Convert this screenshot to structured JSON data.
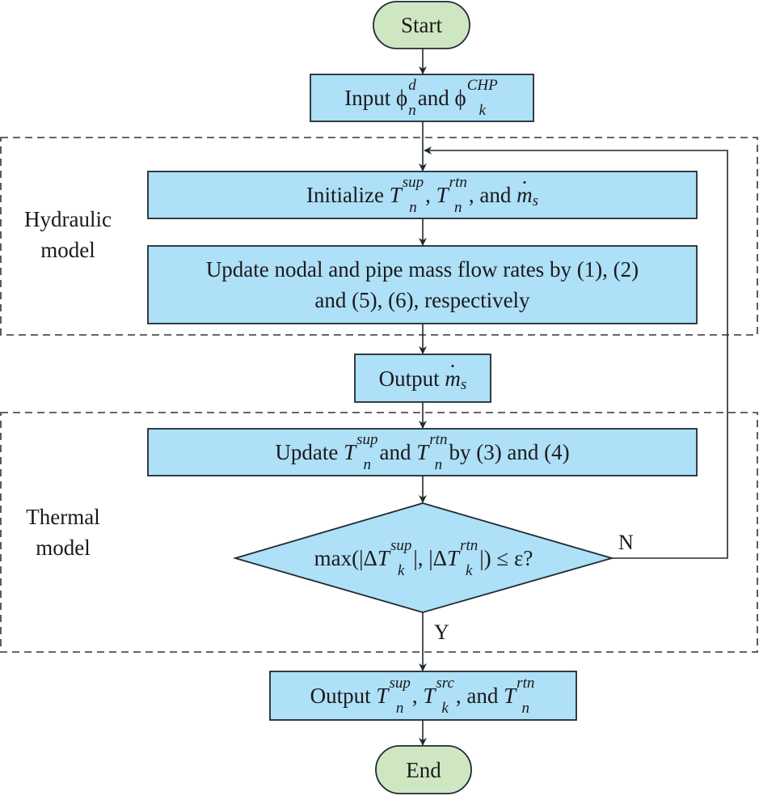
{
  "diagram": {
    "title": "Hydraulic-thermal iterative flowchart",
    "colors": {
      "terminal_fill": "#cfe6c3",
      "process_fill": "#aee0f8",
      "stroke": "#1f2a30",
      "dashed_region": "#333333"
    },
    "nodes": {
      "start": {
        "label": "Start"
      },
      "input": {
        "prefix": "Input ",
        "phi": "ϕ",
        "sym1_sup": "d",
        "sym1_sub": "n",
        "mid": "and ",
        "sym2_sup": "CHP",
        "sym2_sub": "k"
      },
      "initialize": {
        "prefix": "Initialize ",
        "T": "T",
        "sup1": "sup",
        "sub1": "n",
        "sep1": ", ",
        "sup2": "rtn",
        "sub2": "n",
        "sep2": ", and ",
        "m": "m",
        "m_sub": "s"
      },
      "update_mass": {
        "line1": "Update nodal and pipe mass flow rates by (1), (2)",
        "line2": "and (5), (6), respectively"
      },
      "output_mass": {
        "prefix": "Output ",
        "m": "m",
        "m_sub": "s"
      },
      "update_temp": {
        "prefix": "Update ",
        "T": "T",
        "sup1": "sup",
        "sub1": "n",
        "mid": " and ",
        "sup2": "rtn",
        "sub2": "n",
        "suffix": " by (3) and (4)"
      },
      "decision": {
        "prefix": "max(|Δ",
        "T": "T",
        "sup1": "sup",
        "sub1": "k",
        "mid": "|, |Δ",
        "sup2": "rtn",
        "sub2": "k",
        "suffix": "|) ≤ ε?"
      },
      "output_final": {
        "prefix": "Output ",
        "T": "T",
        "sup1": "sup",
        "sub1": "n",
        "sep1": ", ",
        "sup2": "src",
        "sub2": "k",
        "sep2": ", and ",
        "sup3": "rtn",
        "sub3": "n"
      },
      "end": {
        "label": "End"
      }
    },
    "regions": {
      "hydraulic": {
        "line1": "Hydraulic",
        "line2": "model"
      },
      "thermal": {
        "line1": "Thermal",
        "line2": "model"
      }
    },
    "edges": {
      "no_label": "N",
      "yes_label": "Y"
    }
  }
}
